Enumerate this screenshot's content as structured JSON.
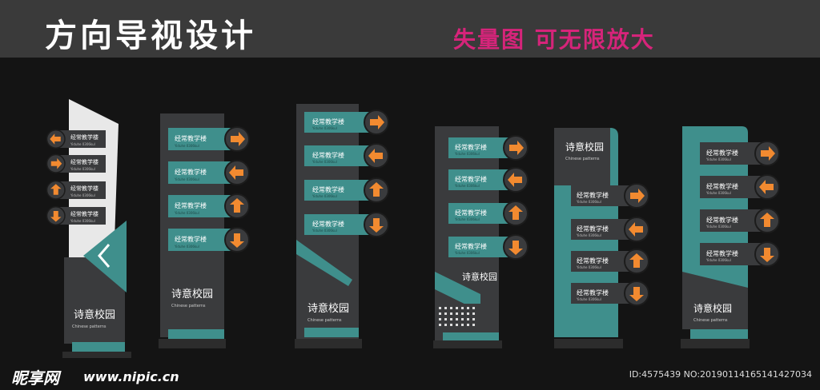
{
  "header": {
    "title": "方向导视设计",
    "subtitle": "失量图 可无限放大"
  },
  "sign": {
    "label": "经常教学楼",
    "sublabel": "Yiduhe 0306kul",
    "brand_cn": "诗意",
    "brand_small": "校园",
    "brand_en": "Chinese patterns"
  },
  "footer": {
    "logo": "昵享网",
    "url": "www.nipic.cn",
    "id": "ID:4575439 NO:20190114165141427034"
  },
  "colors": {
    "teal": "#3f8f8c",
    "dark": "#3a3b3d",
    "arrow": "#f28a30",
    "accent": "#d6247a"
  }
}
